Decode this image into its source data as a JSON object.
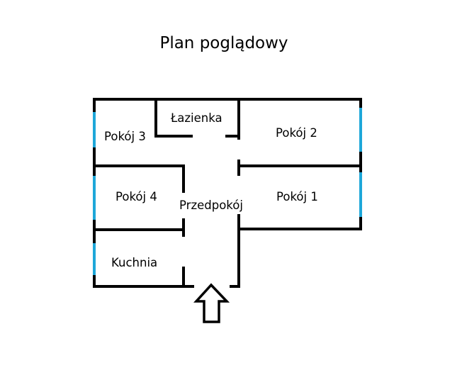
{
  "title": "Plan poglądowy",
  "rooms": {
    "pokoj3": "Pokój 3",
    "lazienka": "Łazienka",
    "pokoj2": "Pokój 2",
    "pokoj4": "Pokój 4",
    "przedpokoj": "Przedpokój",
    "pokoj1": "Pokój 1",
    "kuchnia": "Kuchnia"
  },
  "colors": {
    "wall": "#000000",
    "window": "#1ea7d9"
  },
  "icons": {
    "entrance": "entrance-arrow-icon"
  }
}
